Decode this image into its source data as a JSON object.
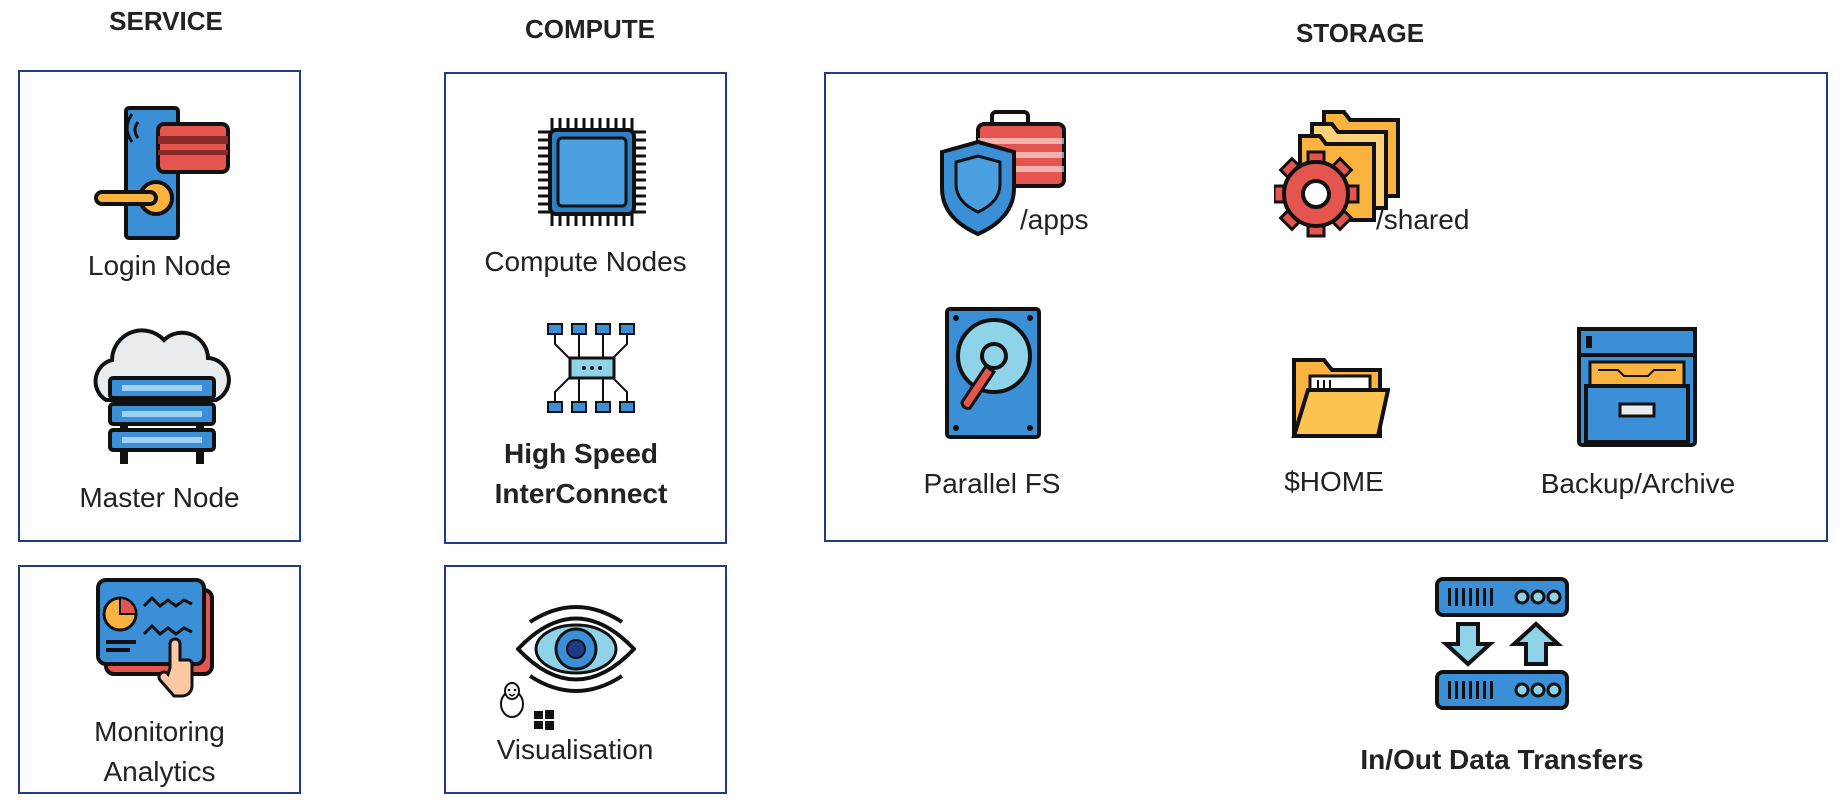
{
  "headers": {
    "service": "SERVICE",
    "compute": "COMPUTE",
    "storage": "STORAGE"
  },
  "service": {
    "login": "Login Node",
    "master": "Master Node",
    "monitoring_line1": "Monitoring",
    "monitoring_line2": "Analytics"
  },
  "compute": {
    "nodes": "Compute Nodes",
    "interconnect_line1": "High Speed",
    "interconnect_line2": "InterConnect",
    "visualisation": "Visualisation"
  },
  "storage": {
    "apps": "/apps",
    "shared": "/shared",
    "parallel_fs": "Parallel FS",
    "home": "$HOME",
    "backup": "Backup/Archive"
  },
  "transfers": {
    "label": "In/Out Data Transfers"
  },
  "colors": {
    "border": "#1f3c88",
    "blue": "#3b8fd6",
    "red": "#e5554f",
    "yellow": "#fbb33f",
    "dark": "#111111"
  }
}
